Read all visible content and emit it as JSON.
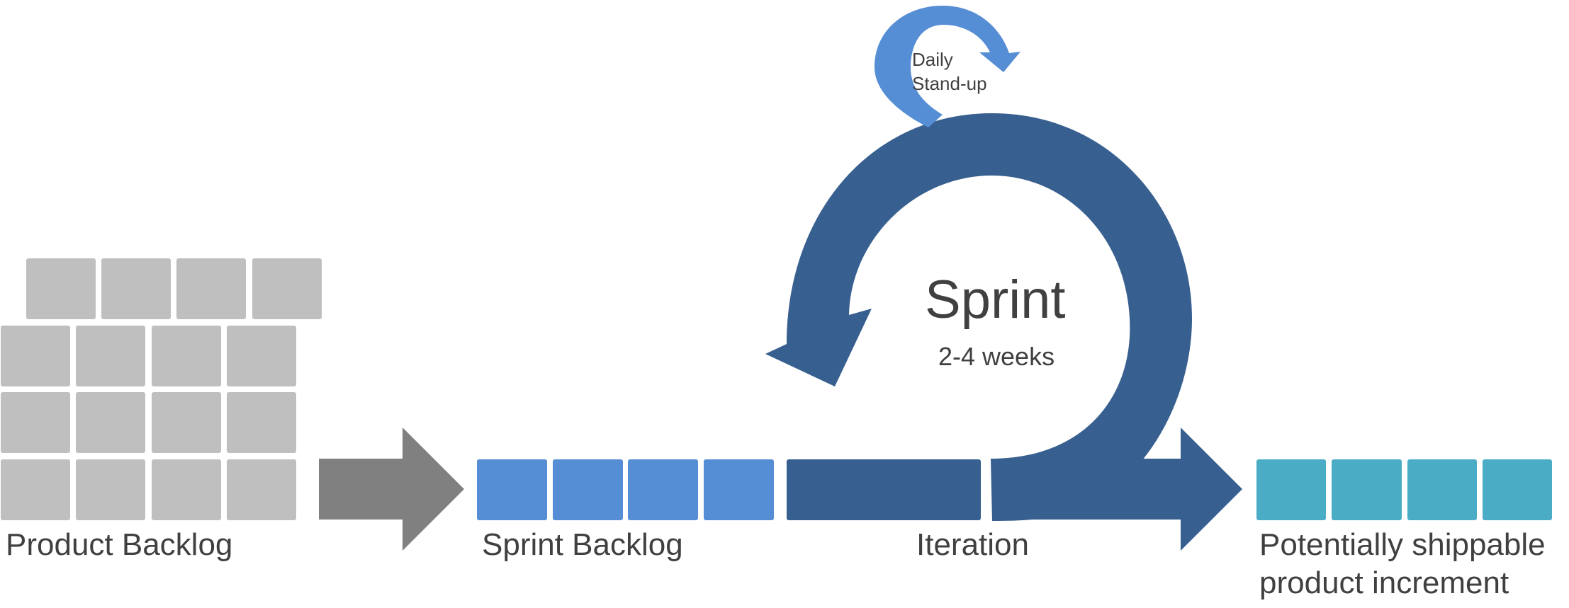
{
  "colors": {
    "backlog_gray": "#bfbfbf",
    "arrow_gray": "#808080",
    "sprint_blue": "#558ed5",
    "iteration_navy": "#375f8f",
    "increment_teal": "#4bacc6",
    "text": "#404040"
  },
  "labels": {
    "product_backlog": "Product Backlog",
    "sprint_backlog": "Sprint Backlog",
    "iteration": "Iteration",
    "increment_line1": "Potentially shippable",
    "increment_line2": "product increment",
    "sprint": "Sprint",
    "sprint_duration": "2-4 weeks",
    "daily_line1": "Daily",
    "daily_line2": "Stand-up"
  },
  "stages": [
    {
      "name": "Product Backlog",
      "items": 16
    },
    {
      "name": "Sprint Backlog",
      "items": 4
    },
    {
      "name": "Iteration",
      "items": 1
    },
    {
      "name": "Potentially shippable product increment",
      "items": 4
    }
  ],
  "icons": {
    "flow_arrow_1": "right-arrow-icon",
    "flow_arrow_2": "right-arrow-icon",
    "sprint_cycle": "circular-arrow-icon",
    "daily_cycle": "circular-arrow-icon"
  }
}
